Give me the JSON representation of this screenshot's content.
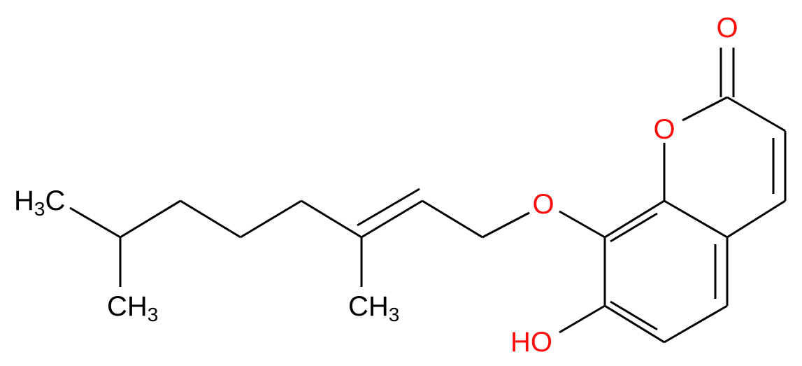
{
  "colors": {
    "bond": "#000000",
    "carbon_label": "#000000",
    "oxygen_label": "#ff0d0d"
  },
  "labels": {
    "carbonyl_o": "O",
    "ring_o": "O",
    "ether_o": "O",
    "hydroxyl_o": "O",
    "hydroxyl_h": "H",
    "methyl_c": "C",
    "methyl_h": "H",
    "methyl_sub": "3"
  }
}
